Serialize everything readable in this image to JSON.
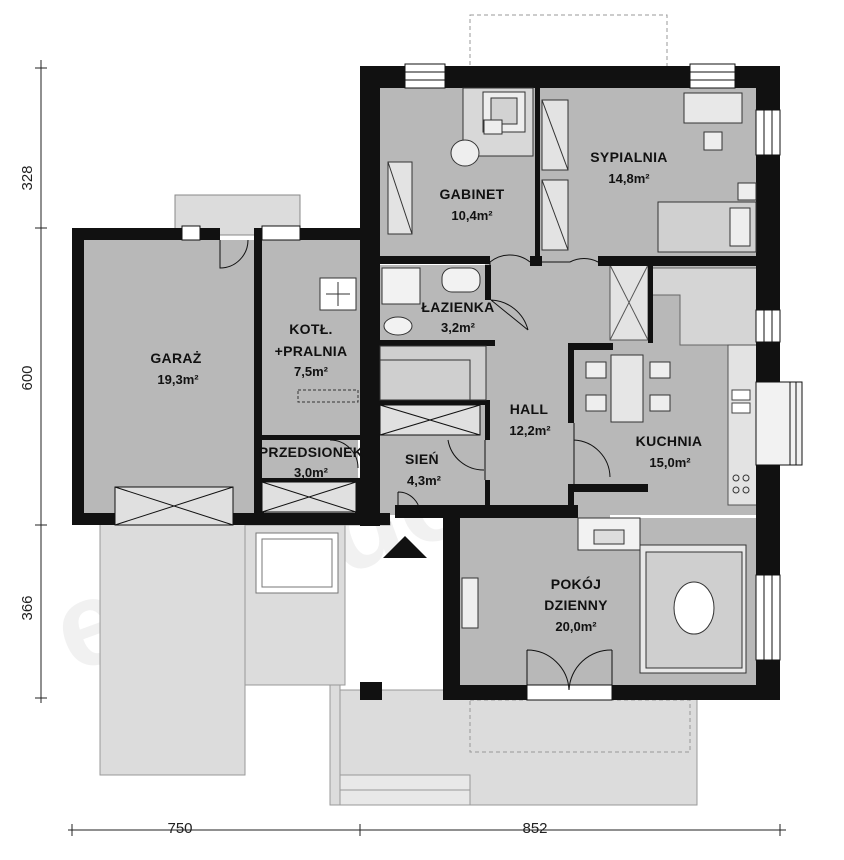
{
  "watermark": "extradom",
  "rooms": {
    "garage": {
      "name": "GARAŻ",
      "area": "19,3m²"
    },
    "boiler": {
      "name_line1": "KOTŁ.",
      "name_line2": "+PRALNIA",
      "area": "7,5m²"
    },
    "vestibule": {
      "name": "PRZEDSIONEK",
      "area": "3,0m²"
    },
    "entry": {
      "name": "SIEŃ",
      "area": "4,3m²"
    },
    "office": {
      "name": "GABINET",
      "area": "10,4m²"
    },
    "bathroom": {
      "name": "ŁAZIENKA",
      "area": "3,2m²"
    },
    "bedroom": {
      "name": "SYPIALNIA",
      "area": "14,8m²"
    },
    "hall": {
      "name": "HALL",
      "area": "12,2m²"
    },
    "kitchen": {
      "name": "KUCHNIA",
      "area": "15,0m²"
    },
    "living": {
      "name_line1": "POKÓJ",
      "name_line2": "DZIENNY",
      "area": "20,0m²"
    }
  },
  "dimensions": {
    "left_top": "328",
    "left_middle": "600",
    "left_bottom": "366",
    "bottom_left": "750",
    "bottom_right": "852"
  }
}
